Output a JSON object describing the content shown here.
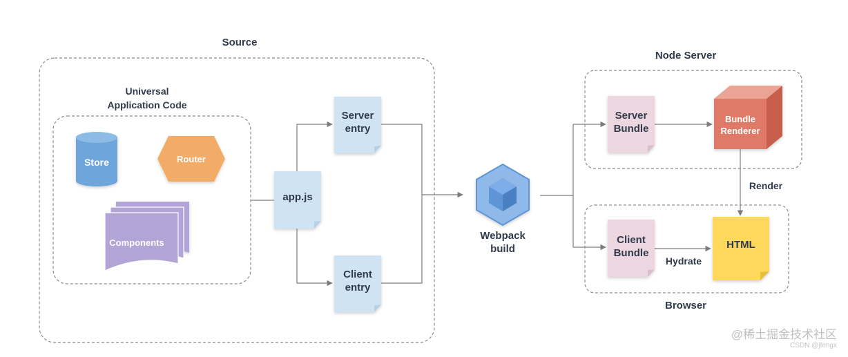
{
  "source": {
    "title": "Source",
    "universal_title_line1": "Universal",
    "universal_title_line2": "Application Code",
    "store_label": "Store",
    "router_label": "Router",
    "components_label": "Components",
    "appjs_label": "app.js",
    "server_entry_line1": "Server",
    "server_entry_line2": "entry",
    "client_entry_line1": "Client",
    "client_entry_line2": "entry"
  },
  "webpack": {
    "label_line1": "Webpack",
    "label_line2": "build"
  },
  "node_server": {
    "title": "Node Server",
    "server_bundle_line1": "Server",
    "server_bundle_line2": "Bundle",
    "renderer_line1": "Bundle",
    "renderer_line2": "Renderer"
  },
  "browser": {
    "title": "Browser",
    "client_bundle_line1": "Client",
    "client_bundle_line2": "Bundle",
    "html_label": "HTML"
  },
  "edges": {
    "render_label": "Render",
    "hydrate_label": "Hydrate"
  },
  "watermark": {
    "main": "@稀土掘金技术社区",
    "sub": "CSDN @jfengx"
  },
  "colors": {
    "store": "#6ea6dc",
    "router": "#f2ac67",
    "components": "#b3a4d6",
    "entry_doc": "#cfe3f3",
    "bundle_doc": "#ecd6df",
    "renderer": "#e07a68",
    "html_doc": "#fdd85d",
    "webpack": "#5f95d6"
  }
}
